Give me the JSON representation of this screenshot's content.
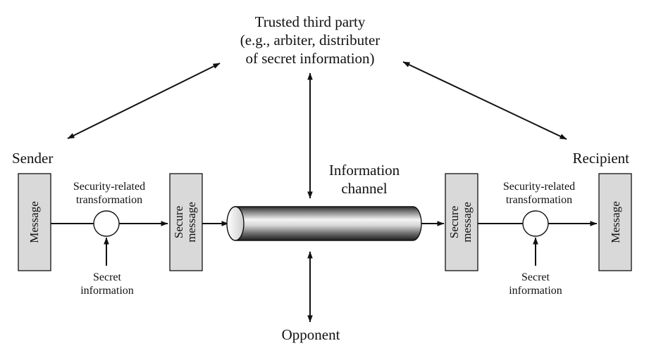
{
  "trusted_third_party": {
    "line1": "Trusted third party",
    "line2": "(e.g., arbiter, distributer",
    "line3": "of secret information)"
  },
  "sender": {
    "label": "Sender"
  },
  "recipient": {
    "label": "Recipient"
  },
  "channel": {
    "line1": "Information",
    "line2": "channel"
  },
  "opponent": {
    "label": "Opponent"
  },
  "left": {
    "message": "Message",
    "transform_line1": "Security-related",
    "transform_line2": "transformation",
    "secret_line1": "Secret",
    "secret_line2": "information",
    "secure_line1": "Secure",
    "secure_line2": "message"
  },
  "right": {
    "message": "Message",
    "transform_line1": "Security-related",
    "transform_line2": "transformation",
    "secret_line1": "Secret",
    "secret_line2": "information",
    "secure_line1": "Secure",
    "secure_line2": "message"
  }
}
